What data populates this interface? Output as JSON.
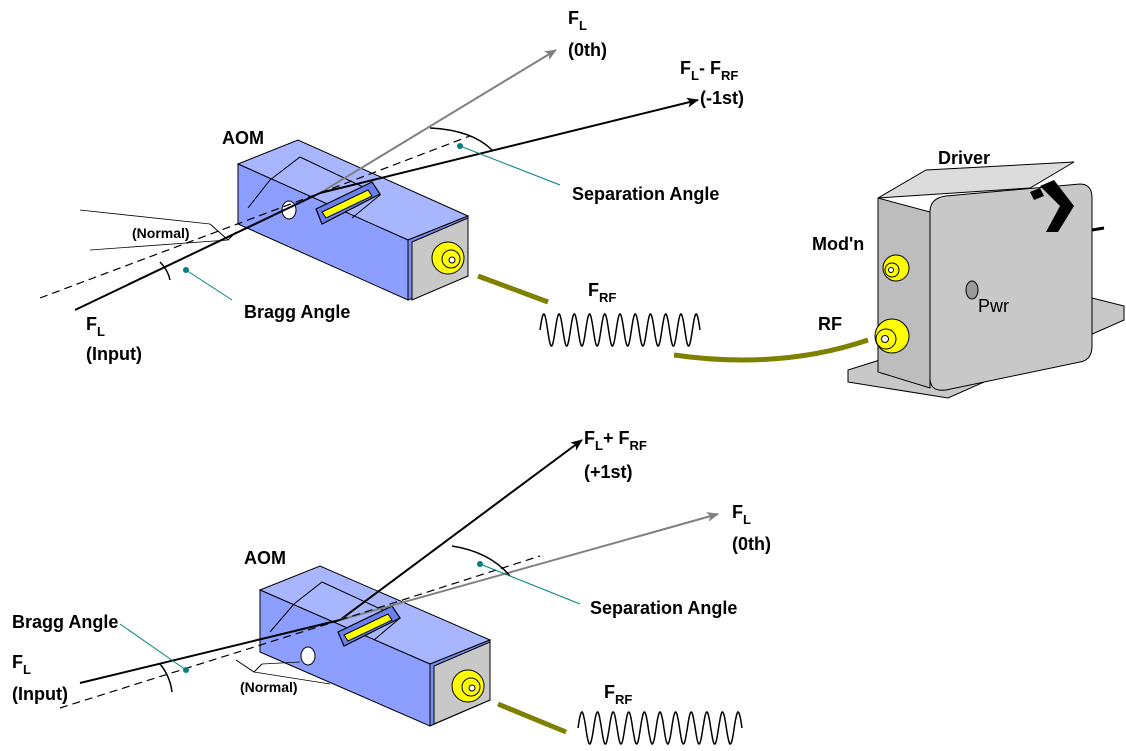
{
  "top": {
    "aom_label": "AOM",
    "driver_label": "Driver",
    "input": {
      "f": "F",
      "sub": "L",
      "line2": "(Input)"
    },
    "zeroth": {
      "f": "F",
      "sub": "L",
      "line2": "(0th)"
    },
    "first": {
      "f1": "F",
      "sub1": "L",
      "mid": "- F",
      "sub2": "RF",
      "line2": "(-1st)"
    },
    "normal_label": "(Normal)",
    "bragg_label": "Bragg Angle",
    "separation_label": "Separation Angle",
    "frf": {
      "f": "F",
      "sub": "RF"
    },
    "modn_label": "Mod'n",
    "rf_label": "RF",
    "pwr_label": "Pwr"
  },
  "bottom": {
    "aom_label": "AOM",
    "input": {
      "f": "F",
      "sub": "L",
      "line2": "(Input)"
    },
    "zeroth": {
      "f": "F",
      "sub": "L",
      "line2": "(0th)"
    },
    "first": {
      "f1": "F",
      "sub1": "L",
      "mid": "+ F",
      "sub2": "RF",
      "line2": "(+1st)"
    },
    "normal_label": "(Normal)",
    "bragg_label": "Bragg Angle",
    "separation_label": "Separation Angle",
    "frf": {
      "f": "F",
      "sub": "RF"
    }
  },
  "colors": {
    "aom_front": "#8C9EFF",
    "aom_top": "#A8B6FF",
    "aom_side": "#7A8BF0",
    "transducer": "#FFFF00",
    "cable": "#808000",
    "connector": "#FFFF00",
    "driver_body": "#C8C8C8",
    "beam_zeroth": "#808080",
    "teal_leader": "#008080"
  }
}
